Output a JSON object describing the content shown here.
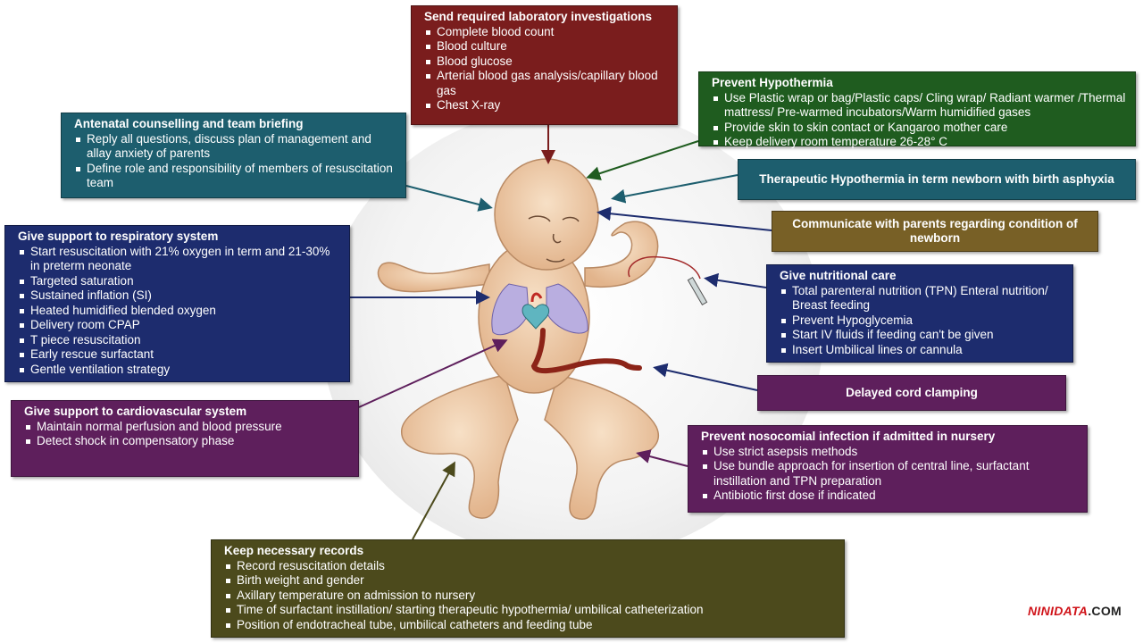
{
  "watermark": {
    "brand": "NINIDATA",
    "suffix": ".COM"
  },
  "boxes": {
    "labs": {
      "title": "Send required laboratory investigations",
      "items": [
        "Complete blood count",
        "Blood culture",
        "Blood glucose",
        "Arterial blood gas analysis/capillary blood gas",
        "Chest X-ray"
      ]
    },
    "hypothermia": {
      "title": "Prevent Hypothermia",
      "items": [
        "Use Plastic wrap or bag/Plastic caps/ Cling wrap/ Radiant warmer /Thermal mattress/ Pre-warmed incubators/Warm humidified gases",
        "Provide skin to skin contact or Kangaroo mother care",
        "Keep delivery room temperature 26-28° C"
      ]
    },
    "antenatal": {
      "title": "Antenatal counselling and team briefing",
      "items": [
        "Reply all questions, discuss plan of management and allay anxiety of parents",
        "Define role and responsibility of members of resuscitation team"
      ]
    },
    "therapeutic": {
      "title": "Therapeutic Hypothermia in term newborn with birth asphyxia"
    },
    "communicate": {
      "title": "Communicate with parents regarding condition of newborn"
    },
    "respiratory": {
      "title": "Give support to respiratory system",
      "items": [
        "Start resuscitation with 21% oxygen in term and 21-30% in preterm neonate",
        "Targeted saturation",
        "Sustained inflation (SI)",
        "Heated humidified blended oxygen",
        "Delivery room CPAP",
        "T piece resuscitation",
        "Early rescue surfactant",
        "Gentle ventilation strategy"
      ]
    },
    "nutrition": {
      "title": "Give nutritional care",
      "items": [
        "Total parenteral nutrition (TPN) Enteral nutrition/ Breast feeding",
        "Prevent Hypoglycemia",
        "Start IV fluids if feeding can't be given",
        "Insert Umbilical lines or cannula"
      ]
    },
    "cord": {
      "title": "Delayed cord clamping"
    },
    "cardio": {
      "title": "Give support to cardiovascular system",
      "items": [
        "Maintain normal perfusion and blood pressure",
        "Detect shock in compensatory phase"
      ]
    },
    "infection": {
      "title": "Prevent nosocomial infection if admitted in nursery",
      "items": [
        "Use strict asepsis methods",
        "Use bundle approach for insertion of central line, surfactant instillation and TPN preparation",
        "Antibiotic first dose if indicated"
      ]
    },
    "records": {
      "title": "Keep necessary records",
      "items": [
        "Record resuscitation details",
        "Birth weight and gender",
        "Axillary temperature on admission to nursery",
        "Time of surfactant instillation/ starting therapeutic hypothermia/ umbilical catheterization",
        "Position of endotracheal tube, umbilical catheters and feeding tube"
      ]
    }
  },
  "colors": {
    "red": "#7a1d1d",
    "green": "#1f5c1f",
    "teal": "#1d5e6e",
    "navy": "#1d2c6e",
    "olive": "#786026",
    "purple": "#5e1f5c",
    "dark_olive": "#4c4a1c",
    "baby_skin": "#f1d2b2",
    "lungs": "#b9aee0",
    "cord": "#8c2418"
  }
}
